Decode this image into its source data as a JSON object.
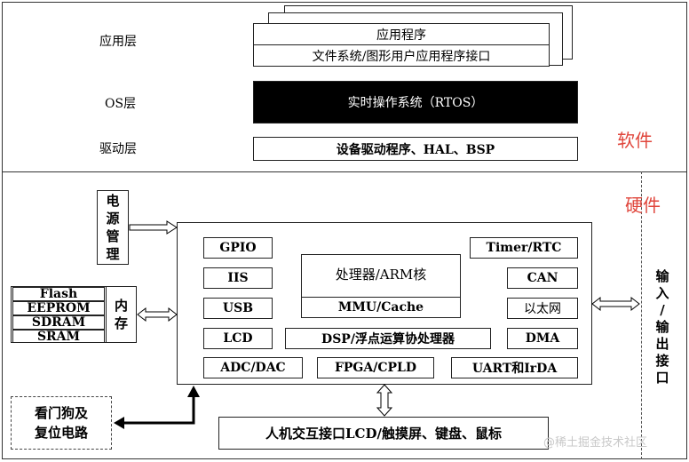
{
  "software": {
    "side_label": "软件",
    "layers": {
      "app": "应用层",
      "os": "OS层",
      "driver": "驱动层"
    },
    "app_program": "应用程序",
    "app_interfaces": "文件系统/图形用户应用程序接口",
    "rtos": "实时操作系统（RTOS）",
    "drivers": "设备驱动程序、HAL、BSP"
  },
  "hardware": {
    "side_label": "硬件",
    "power": [
      "电",
      "源",
      "管",
      "理"
    ],
    "memory_types": [
      "Flash",
      "EEPROM",
      "SDRAM",
      "SRAM"
    ],
    "memory_label": [
      "内",
      "存"
    ],
    "soc": {
      "gpio": "GPIO",
      "timer": "Timer/RTC",
      "processor": "处理器/ARM核",
      "mmu": "MMU/Cache",
      "iis": "IIS",
      "can": "CAN",
      "usb": "USB",
      "ethernet": "以太网",
      "lcd": "LCD",
      "dsp": "DSP/浮点运算协处理器",
      "dma": "DMA",
      "adc": "ADC/DAC",
      "fpga": "FPGA/CPLD",
      "uart": "UART和IrDA"
    },
    "io": [
      "输",
      "入",
      "/",
      "输",
      "出",
      "接",
      "口"
    ],
    "watchdog": [
      "看门狗及",
      "复位电路"
    ],
    "hmi": "人机交互接口LCD/触摸屏、键盘、鼠标"
  },
  "watermark": "@稀土掘金技术社区"
}
